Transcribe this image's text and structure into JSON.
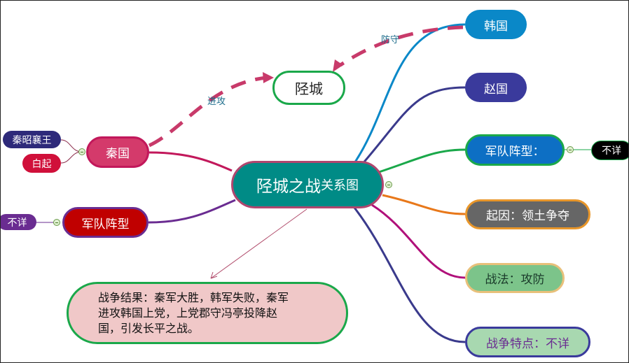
{
  "center": {
    "main": "陉城之战",
    "sub": "关系图"
  },
  "city": "陉城",
  "edge_labels": {
    "defend": "防守",
    "attack": "进攻"
  },
  "left": {
    "qin": {
      "label": "秦国",
      "children": [
        "秦昭襄王",
        "白起"
      ]
    },
    "formation": {
      "label": "军队阵型",
      "children": [
        "不详"
      ]
    }
  },
  "right": [
    {
      "label": "韩国"
    },
    {
      "label": "赵国"
    },
    {
      "label": "军队阵型：",
      "child": "不详"
    },
    {
      "label": "起因：领土争夺"
    },
    {
      "label": "战法：攻防"
    },
    {
      "label": "战争特点：不详"
    }
  ],
  "result": "战争结果：秦军大胜，韩军失败，秦军进攻韩国上党，上党郡守冯亭投降赵国，引发长平之战。"
}
